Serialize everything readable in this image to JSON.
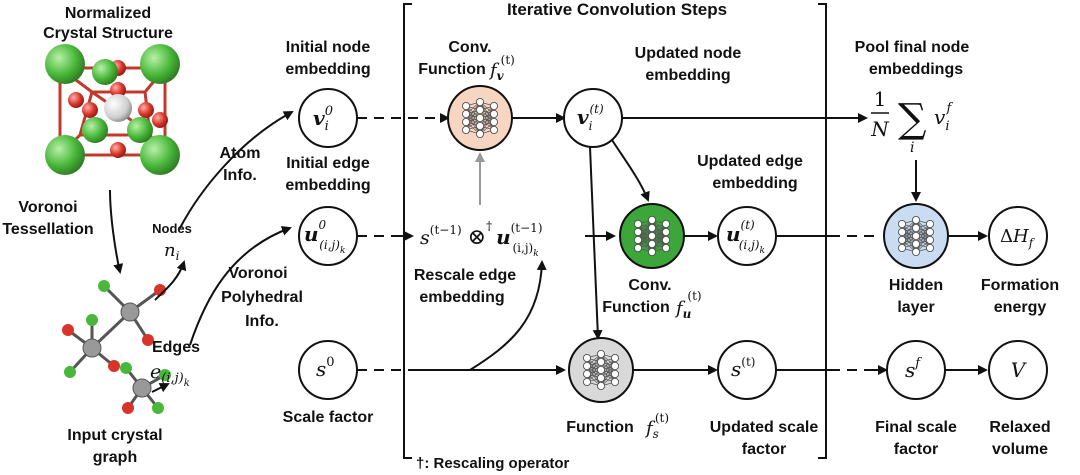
{
  "labels": {
    "crystal_title_1": "Normalized",
    "crystal_title_2": "Crystal Structure",
    "voronoi_1": "Voronoi",
    "voronoi_2": "Tessellation",
    "input_graph_1": "Input crystal",
    "input_graph_2": "graph",
    "nodes_word": "Nodes",
    "edges_word": "Edges",
    "atom_info_1": "Atom",
    "atom_info_2": "Info.",
    "poly_info_1": "Voronoi",
    "poly_info_2": "Polyhedral",
    "poly_info_3": "Info.",
    "init_node_1": "Initial node",
    "init_node_2": "embedding",
    "init_edge_1": "Initial edge",
    "init_edge_2": "embedding",
    "scale_factor": "Scale factor",
    "steps_title": "Iterative Convolution Steps",
    "conv_v_1": "Conv.",
    "conv_v_2": "Function",
    "upd_node_1": "Updated node",
    "upd_node_2": "embedding",
    "upd_edge_1": "Updated edge",
    "upd_edge_2": "embedding",
    "rescale_1": "Rescale edge",
    "rescale_2": "embedding",
    "conv_u_1": "Conv.",
    "conv_u_2": "Function",
    "function_s": "Function",
    "upd_scale_1": "Updated scale",
    "upd_scale_2": "factor",
    "rescaling_note": "†: Rescaling operator",
    "pool_1": "Pool final node",
    "pool_2": "embeddings",
    "hidden_1": "Hidden",
    "hidden_2": "layer",
    "formation_1": "Formation",
    "formation_2": "energy",
    "final_scale_1": "Final scale",
    "final_scale_2": "factor",
    "relaxed_1": "Relaxed",
    "relaxed_2": "volume"
  },
  "colors": {
    "conv_v_fill": "#f6d6c0",
    "conv_u_fill": "#3da63a",
    "func_s_fill": "#d9d9d9",
    "hidden_fill": "#c9dcf1",
    "atom_green": "#49b83a",
    "atom_red": "#d8342a",
    "atom_grey": "#d0d0d0",
    "bond": "#c0392b"
  },
  "icons": {
    "conv_v": "neural-network-icon",
    "conv_u": "neural-network-icon",
    "func_s": "neural-network-icon",
    "hidden": "neural-network-icon",
    "crystal": "crystal-structure-icon",
    "graph": "crystal-graph-icon"
  }
}
